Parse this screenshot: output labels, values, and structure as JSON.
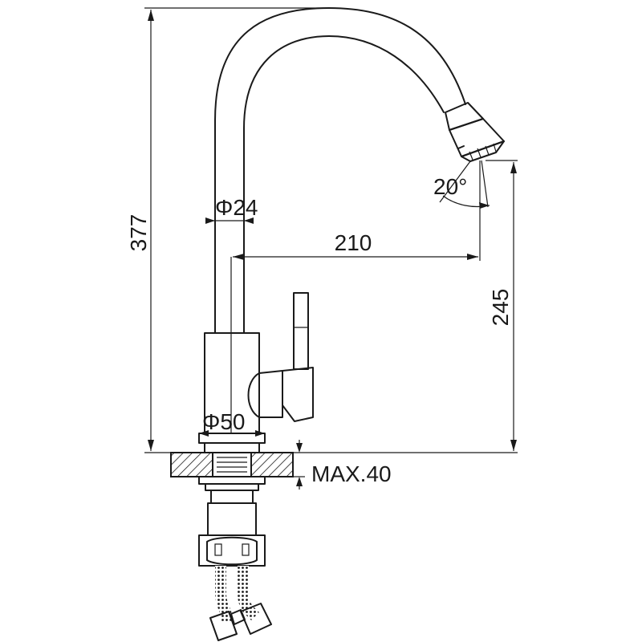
{
  "dimensions": {
    "total_height": "377",
    "spout_height": "245",
    "reach": "210",
    "spout_diameter": "Φ24",
    "base_diameter": "Φ50",
    "spray_angle": "20°",
    "max_deck_thickness": "MAX.40"
  },
  "colors": {
    "line": "#1a1a1a",
    "background": "#ffffff"
  }
}
